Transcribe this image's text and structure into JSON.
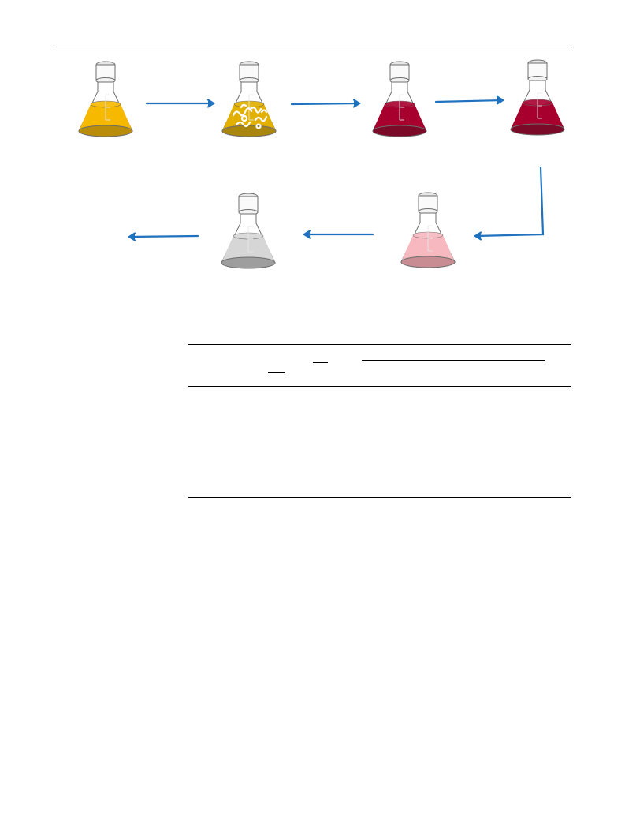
{
  "flasks": [
    {
      "id": "flask-1",
      "liquid_color": "#f7b900",
      "liquid_dark": "#b98c0a",
      "debris": false
    },
    {
      "id": "flask-2",
      "liquid_color": "#e2b000",
      "liquid_dark": "#a9860d",
      "debris": true
    },
    {
      "id": "flask-3",
      "liquid_color": "#a8002e",
      "liquid_dark": "#7a0a28",
      "debris": false
    },
    {
      "id": "flask-4",
      "liquid_color": "#a8002e",
      "liquid_dark": "#7a0a28",
      "debris": false
    },
    {
      "id": "flask-5",
      "liquid_color": "#f7b9bf",
      "liquid_dark": "#c78d93",
      "debris": false
    },
    {
      "id": "flask-6",
      "liquid_color": "#d6d6d6",
      "liquid_dark": "#9e9e9e",
      "debris": false
    }
  ],
  "colors": {
    "arrow": "#1f72bf",
    "glass_outline": "#6d6d6d",
    "rule": "#000000"
  }
}
